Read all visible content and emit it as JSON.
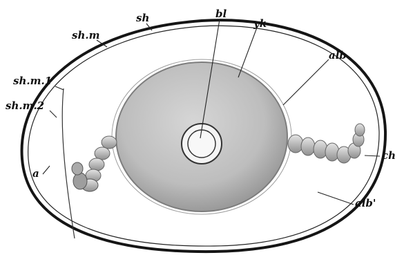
{
  "labels": {
    "sh": "sh",
    "shm": "sh.m",
    "shm1": "sh.m.1",
    "shm2": "sh.m.2",
    "bl": "bl",
    "yk": "yk",
    "alb": "alb",
    "a": "a",
    "ch": "ch",
    "alb_prime": "alb'"
  }
}
